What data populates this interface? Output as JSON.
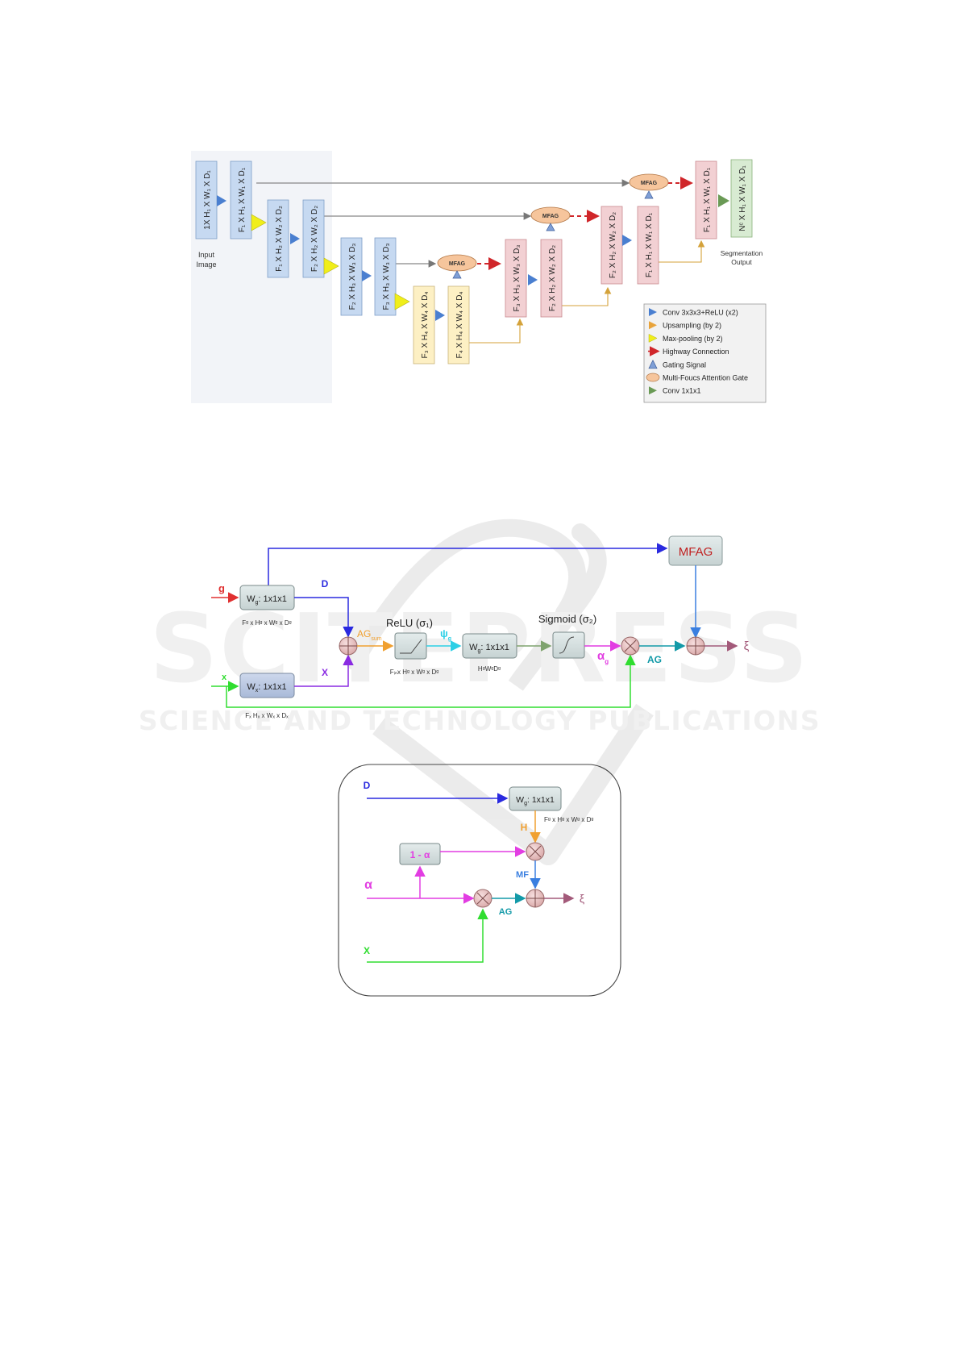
{
  "watermark": {
    "title": "SCITEPRESS",
    "subtitle": "SCIENCE AND TECHNOLOGY PUBLICATIONS"
  },
  "figure1": {
    "input_label_1": "Input",
    "input_label_2": "Image",
    "output_label_1": "Segmentation",
    "output_label_2": "Output",
    "gate_label": "MFAG",
    "blocks": {
      "in": "1X H₁ X W₁ X D₁",
      "e1": "F₁ X H₁ X W₁ X D₁",
      "e2a": "F₁ X H₂ X W₂ X D₂",
      "e2b": "F₂ X H₂ X W₂ X D₂",
      "e3a": "F₂ X H₃ X W₃ X D₃",
      "e3b": "F₃ X H₃ X W₃ X D₃",
      "e4a": "F₃ X H₄ X W₄ X D₄",
      "e4b": "F₄ X H₄ X W₄ X D₄",
      "d3a": "F₃ X H₃ X W₃ X D₃",
      "d3b": "F₂ X H₂ X W₂ X D₂",
      "d2a": "F₂ X H₂ X W₂ X D₂",
      "d2b": "F₁ X H₁ X W₁ X D₁",
      "d1": "F₁ X H₁ X W₁ X D₁",
      "out": "Nᶜ X H₁ X W₁ X D₁"
    },
    "legend": [
      {
        "label": "Conv 3x3x3+ReLU (x2)",
        "icon": "blue-triangle-icon"
      },
      {
        "label": "Upsampling (by 2)",
        "icon": "orange-triangle-icon"
      },
      {
        "label": "Max-pooling (by 2)",
        "icon": "yellow-triangle-icon"
      },
      {
        "label": "Highway Connection",
        "icon": "red-dashed-arrow-icon"
      },
      {
        "label": "Gating Signal",
        "icon": "gating-triangle-icon"
      },
      {
        "label": "Multi-Foucs Attention Gate",
        "icon": "orange-ellipse-icon"
      },
      {
        "label": "Conv 1x1x1",
        "icon": "green-triangle-icon"
      }
    ],
    "colors": {
      "encoder": "#c6d9f1",
      "decoder": "#f2d0d3",
      "bottleneck": "#fdf0c4",
      "output": "#d8ebd2",
      "conv": "#4a7fd0",
      "pool": "#f0ee1a",
      "up": "#e8a33a",
      "highway": "#d0262a",
      "gate": "#f6c59c",
      "conv1": "#6a9a55"
    }
  },
  "figure2": {
    "mfag": "MFAG",
    "g": "g",
    "D": "D",
    "wg": "W",
    "wg_sub": "g",
    "conv": ": 1x1x1",
    "wg_dims": "Fᵍ x Hᵍ x Wᵍ x Dᵍ",
    "x": "x",
    "wx": "W",
    "wx_sub": "x",
    "wx_dims": "Fₓ Hₓ x Wₓ x Dₓ",
    "X": "X",
    "ag_sum": "AG",
    "ag_sum_sub": "sum",
    "relu": "ReLU (σ₁)",
    "relu_dims": "Fᵢₙx Hᵍ x Wᵍ x Dᵍ",
    "psi": "ψ",
    "psi_sub": "g",
    "wpsi": "W",
    "wpsi_sub": "g",
    "wpsi_dims": "HᵍWᵍDᵍ",
    "sigmoid": "Sigmoid (σ₂)",
    "alpha_g": "α",
    "alpha_g_sub": "g",
    "AG": "AG",
    "xi": "ξ"
  },
  "figure3": {
    "D": "D",
    "w": "W",
    "w_sub": "g",
    "conv": ": 1x1x1",
    "dims": "Fᵍ x Hᵍ x Wᵍ x Dᵍ",
    "H": "H",
    "one_minus_alpha": "1 - α",
    "MF": "MF",
    "alpha": "α",
    "AG": "AG",
    "xi": "ξ",
    "X": "X"
  }
}
